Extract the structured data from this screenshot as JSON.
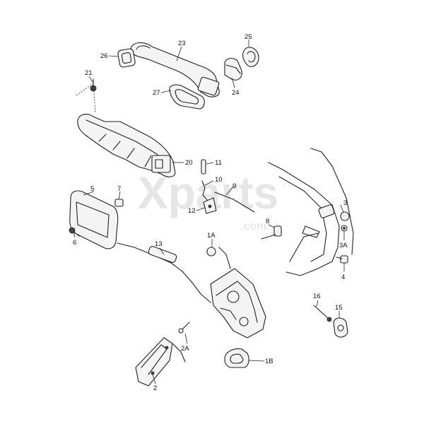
{
  "watermark": {
    "brand": "Xparts",
    "domain": ".com"
  },
  "callouts": [
    {
      "id": "c23",
      "text": "23"
    },
    {
      "id": "c25",
      "text": "25"
    },
    {
      "id": "c26",
      "text": "26"
    },
    {
      "id": "c21",
      "text": "21"
    },
    {
      "id": "c27",
      "text": "27"
    },
    {
      "id": "c24",
      "text": "24"
    },
    {
      "id": "c20",
      "text": "20"
    },
    {
      "id": "c11",
      "text": "11"
    },
    {
      "id": "c10",
      "text": "10"
    },
    {
      "id": "c9",
      "text": "9"
    },
    {
      "id": "c7",
      "text": "7"
    },
    {
      "id": "c5",
      "text": "5"
    },
    {
      "id": "c12",
      "text": "12"
    },
    {
      "id": "c3",
      "text": "3"
    },
    {
      "id": "c6",
      "text": "6"
    },
    {
      "id": "c1A",
      "text": "1A"
    },
    {
      "id": "c8",
      "text": "8"
    },
    {
      "id": "c13",
      "text": "13"
    },
    {
      "id": "c3A",
      "text": "3A"
    },
    {
      "id": "c4",
      "text": "4"
    },
    {
      "id": "c16",
      "text": "16"
    },
    {
      "id": "c15",
      "text": "15"
    },
    {
      "id": "c2A",
      "text": "2A"
    },
    {
      "id": "c1B",
      "text": "1B"
    },
    {
      "id": "c2",
      "text": "2"
    }
  ]
}
